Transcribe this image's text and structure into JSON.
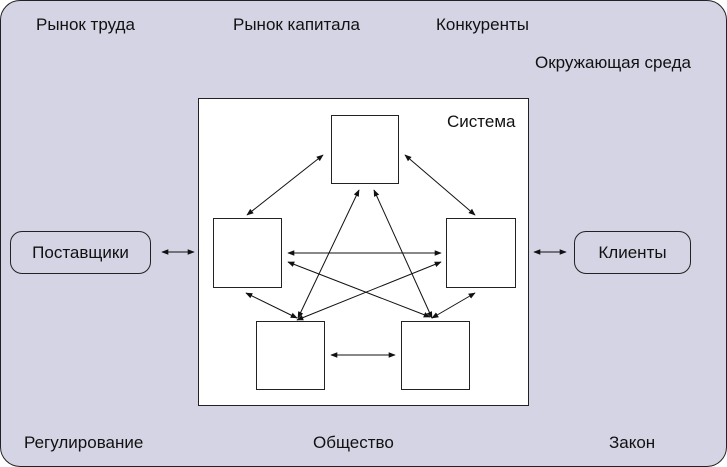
{
  "environment": {
    "title": "Окружающая среда",
    "factors_top": [
      "Рынок труда",
      "Рынок капитала",
      "Конкуренты"
    ],
    "factors_bottom": [
      "Регулирование",
      "Общество",
      "Закон"
    ]
  },
  "system": {
    "title": "Система"
  },
  "external": {
    "suppliers": "Поставщики",
    "clients": "Клиенты"
  },
  "colors": {
    "environment_fill": "#d4d4e4",
    "system_fill": "#ffffff",
    "stroke": "#222222"
  }
}
